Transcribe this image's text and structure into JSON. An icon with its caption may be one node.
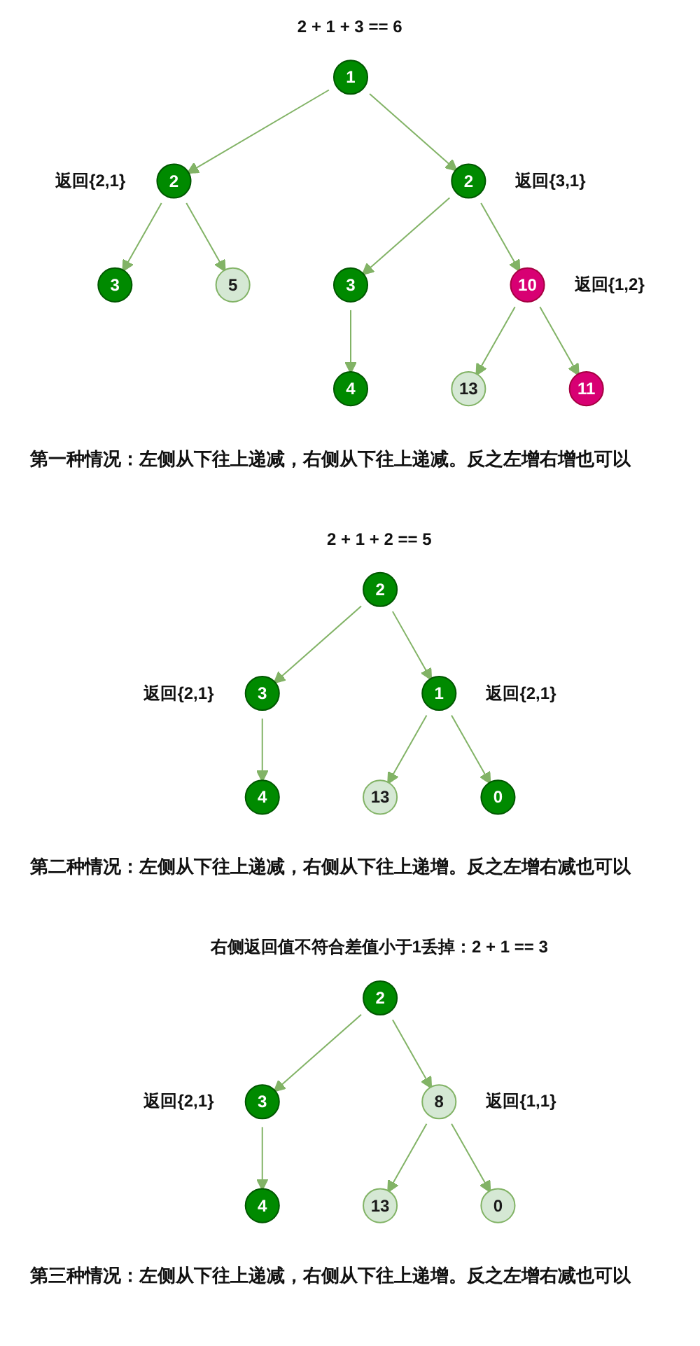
{
  "diagram": {
    "nodes": [
      {
        "text": [
          "1"
        ]
      },
      {
        "text": [
          "2"
        ],
        "beside": [
          "返回{2,1}"
        ]
      },
      {
        "text": [
          "2"
        ],
        "beside": [
          "返回{3,1}"
        ]
      },
      {
        "text": [
          "3"
        ]
      },
      {
        "text": [
          "5"
        ]
      },
      {
        "text": [
          "3"
        ]
      },
      {
        "text": [
          "10"
        ],
        "beside": [
          "返回{1,2}"
        ]
      },
      {
        "text": [
          "4"
        ]
      },
      {
        "text": [
          "13"
        ]
      },
      {
        "text": [
          "11"
        ]
      },
      {
        "text": [
          "2"
        ]
      },
      {
        "text": [
          "3"
        ],
        "beside": [
          "返回{2,1}"
        ]
      },
      {
        "text": [
          "1"
        ],
        "beside": [
          "返回{2,1}"
        ]
      },
      {
        "text": [
          "4"
        ]
      },
      {
        "text": [
          "13"
        ]
      },
      {
        "text": [
          "0"
        ]
      },
      {
        "text": [
          "2"
        ]
      },
      {
        "text": [
          "3"
        ],
        "beside": [
          "返回{2,1}"
        ]
      },
      {
        "text": [
          "8"
        ],
        "beside": [
          "返回{1,1}"
        ]
      },
      {
        "text": [
          "4"
        ]
      },
      {
        "text": [
          "13"
        ]
      },
      {
        "text": [
          "0"
        ]
      }
    ],
    "edges": [
      {
        "from": 0,
        "to": 1,
        "arrow": "to"
      },
      {
        "from": 0,
        "to": 2,
        "arrow": "to"
      },
      {
        "from": 1,
        "to": 3,
        "arrow": "to"
      },
      {
        "from": 1,
        "to": 4,
        "arrow": "to"
      },
      {
        "from": 2,
        "to": 5,
        "arrow": "to"
      },
      {
        "from": 2,
        "to": 6,
        "arrow": "to"
      },
      {
        "from": 5,
        "to": 7,
        "arrow": "to"
      },
      {
        "from": 6,
        "to": 8,
        "arrow": "to"
      },
      {
        "from": 6,
        "to": 9,
        "arrow": "to"
      },
      {
        "from": 10,
        "to": 11,
        "arrow": "to"
      },
      {
        "from": 10,
        "to": 12,
        "arrow": "to"
      },
      {
        "from": 11,
        "to": 13,
        "arrow": "to"
      },
      {
        "from": 12,
        "to": 14,
        "arrow": "to"
      },
      {
        "from": 12,
        "to": 15,
        "arrow": "to"
      },
      {
        "from": 16,
        "to": 17,
        "arrow": "to"
      },
      {
        "from": 16,
        "to": 18,
        "arrow": "to"
      },
      {
        "from": 17,
        "to": 19,
        "arrow": "to"
      },
      {
        "from": 18,
        "to": 20,
        "arrow": "to"
      },
      {
        "from": 18,
        "to": 21,
        "arrow": "to"
      }
    ],
    "labels": [
      "2 + 1 + 3 == 6",
      "第一种情况：左侧从下往上递减，右侧从下往上递减。反之左增右增也可以",
      "2 + 1 + 2 == 5",
      "第二种情况：左侧从下往上递减，右侧从下往上递增。反之左增右减也可以",
      "右侧返回值不符合差值小于1丢掉：2 + 1 == 3",
      "第三种情况：左侧从下往上递减，右侧从下往上递增。反之左增右减也可以"
    ]
  }
}
